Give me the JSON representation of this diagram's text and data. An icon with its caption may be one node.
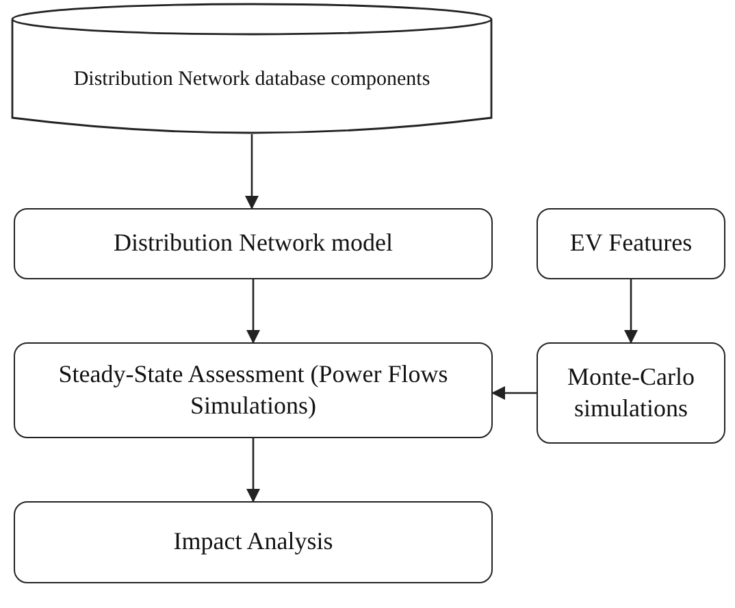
{
  "diagram": {
    "nodes": [
      {
        "text": [
          "Distribution Network database components"
        ]
      },
      {
        "text": [
          "Distribution Network model"
        ]
      },
      {
        "text": [
          "EV Features"
        ]
      },
      {
        "text": [
          "Steady-State Assessment (Power Flows Simulations)"
        ]
      },
      {
        "text": [
          "Monte-Carlo simulations"
        ]
      },
      {
        "text": [
          "Impact Analysis"
        ]
      }
    ],
    "edges": [
      {
        "from": 0,
        "to": 1,
        "arrow": "to"
      },
      {
        "from": 2,
        "to": 4,
        "arrow": "to"
      },
      {
        "from": 1,
        "to": 3,
        "arrow": "to"
      },
      {
        "from": 4,
        "to": 3,
        "arrow": "to"
      },
      {
        "from": 3,
        "to": 5,
        "arrow": "to"
      }
    ]
  }
}
